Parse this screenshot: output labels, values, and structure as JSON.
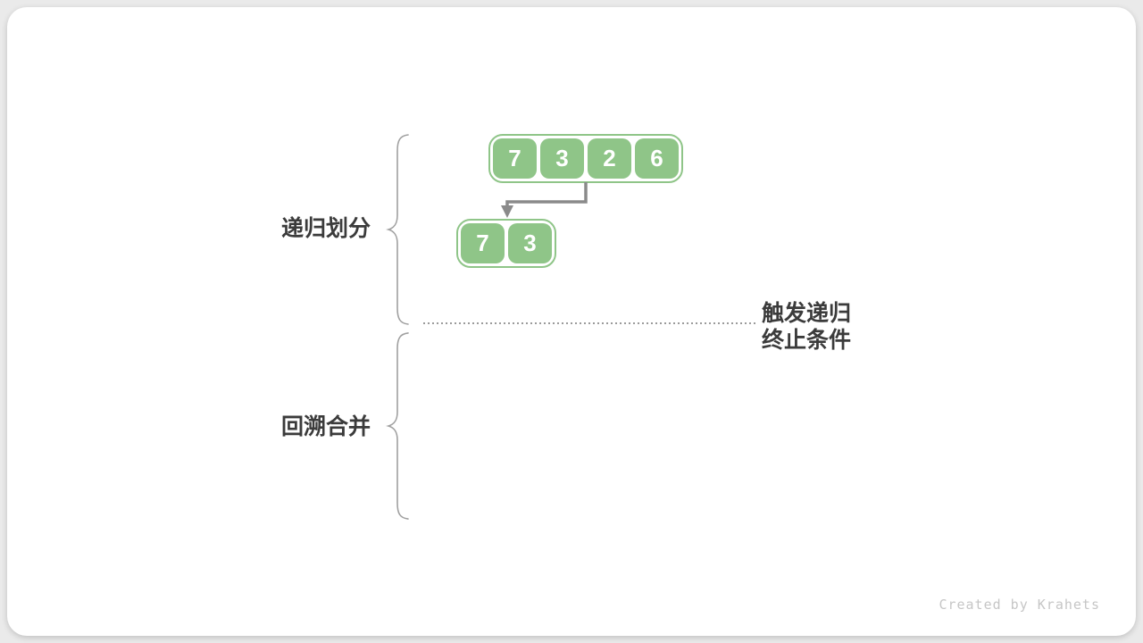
{
  "diagram": {
    "section_labels": [
      {
        "text": "递归划分"
      },
      {
        "text": "回溯合并"
      }
    ],
    "annotation": {
      "line1": "触发递归",
      "line2": "终止条件"
    },
    "arrays": {
      "level1": [
        "7",
        "3",
        "2",
        "6"
      ],
      "level2": [
        "7",
        "3"
      ]
    },
    "watermark": "Created by Krahets"
  },
  "colors": {
    "page_bg": "#eaeaea",
    "card_bg": "#ffffff",
    "cell_green": "#8fc588",
    "arrow_gray": "#8a8a8a",
    "brace_gray": "#a0a0a0",
    "dotted_gray": "#9b9b9b",
    "text_dark": "#3b3b3b",
    "watermark_gray": "#c6c6c6"
  }
}
